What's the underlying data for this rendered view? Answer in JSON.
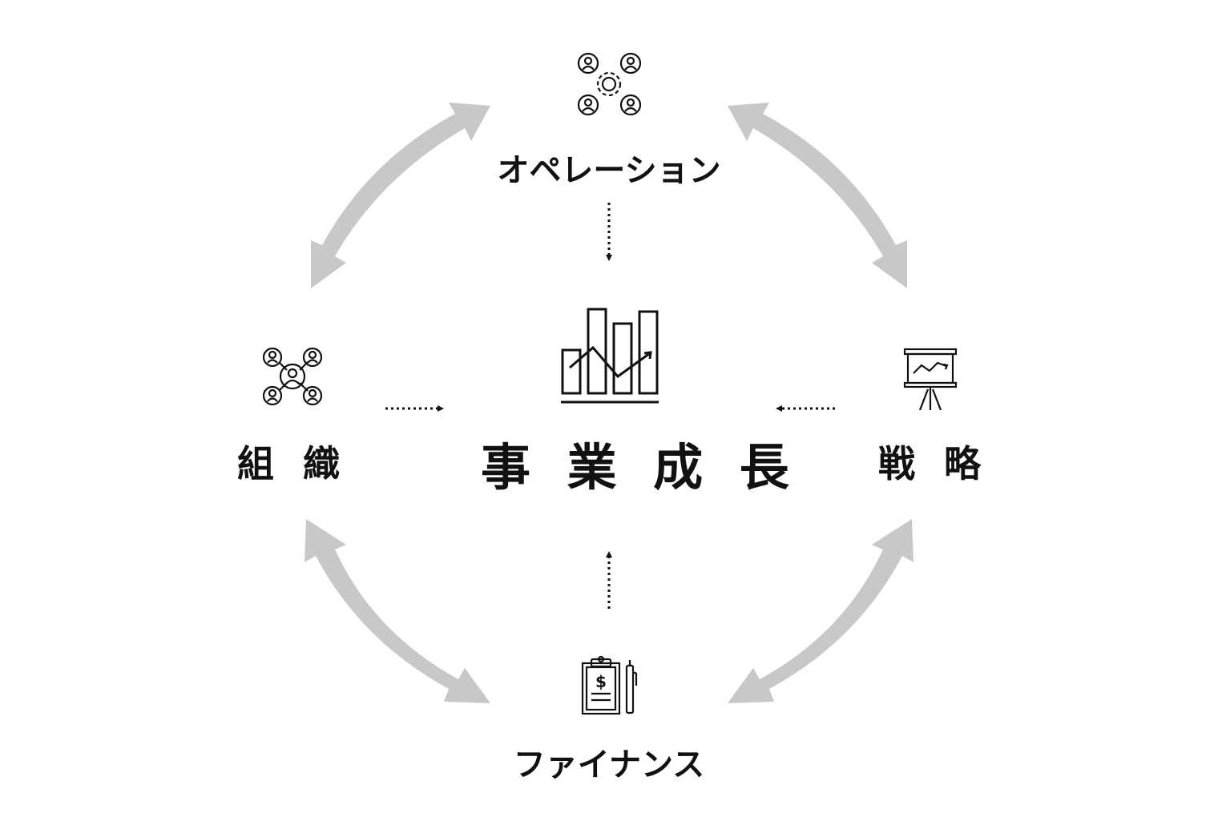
{
  "nodes": {
    "top": {
      "label": "オペレーション",
      "icon": "team-gear-icon"
    },
    "left": {
      "label": "組 織",
      "icon": "organization-network-icon"
    },
    "right": {
      "label": "戦 略",
      "icon": "presentation-board-icon"
    },
    "bottom": {
      "label": "ファイナンス",
      "icon": "finance-clipboard-icon"
    },
    "center": {
      "label": "事 業 成 長",
      "icon": "growth-chart-icon"
    }
  },
  "colors": {
    "cycle_arrow": "#c8c8c8",
    "ink": "#111111",
    "background": "#ffffff"
  }
}
